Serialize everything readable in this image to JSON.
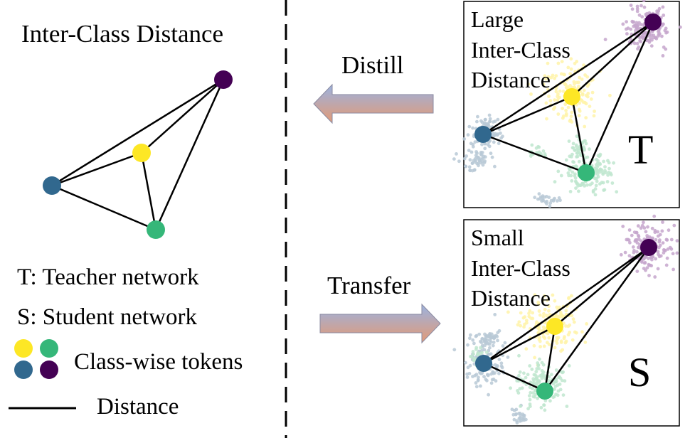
{
  "title": "Inter-Class Distance",
  "arrows": {
    "distill_label": "Distill",
    "transfer_label": "Transfer"
  },
  "legend": {
    "teacher": "T: Teacher network",
    "student": "S: Student network",
    "tokens": "Class-wise tokens",
    "distance": "Distance"
  },
  "panels": {
    "teacher": {
      "caption_lines": [
        "Large",
        "Inter-Class",
        "Distance"
      ],
      "tag": "T"
    },
    "student": {
      "caption_lines": [
        "Small",
        "Inter-Class",
        "Distance"
      ],
      "tag": "S"
    }
  },
  "class_colors": {
    "purple": "#440154",
    "yellow": "#fde725",
    "blue": "#31688e",
    "green": "#35b779"
  },
  "cluster_colors": {
    "purple": "#c6a6cc",
    "yellow": "#fff3a8",
    "blue": "#b9c9d6",
    "green": "#bfe6cf"
  },
  "arrow_gradient": [
    "#9bb3e0",
    "#e39a76"
  ]
}
